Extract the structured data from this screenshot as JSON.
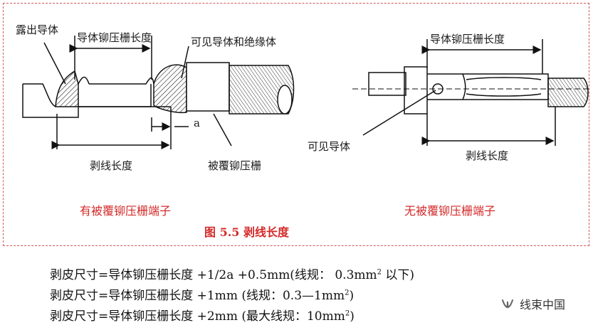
{
  "left_diagram": {
    "exposed_conductor": "露出导体",
    "crimp_length": "导体铆压栅长度",
    "visible_conductor_insulation": "可见导体和绝缘体",
    "gap_label": "a",
    "strip_length": "剥线长度",
    "covered_crimp": "被覆铆压栅",
    "subtitle": "有被覆铆压栅端子"
  },
  "right_diagram": {
    "crimp_length": "导体铆压栅长度",
    "visible_conductor": "可见导体",
    "strip_length": "剥线长度",
    "subtitle": "无被覆铆压栅端子"
  },
  "figure_caption": "图 5.5   剥线长度",
  "formulas": [
    {
      "prefix": "剥皮尺寸=导体铆压栅长度  +1/2a +0.5mm(线规：  0.3mm",
      "sup": "2",
      "suffix": " 以下)"
    },
    {
      "prefix": "剥皮尺寸=导体铆压栅长度  +1mm (线规：0.3—1mm",
      "sup": "2",
      "suffix": ")"
    },
    {
      "prefix": "剥皮尺寸=导体铆压栅长度  +2mm (最大线规：10mm",
      "sup": "2",
      "suffix": ")"
    }
  ],
  "watermark": {
    "text": "线束中国",
    "icon": "wechat-channel-icon"
  },
  "colors": {
    "accent_red": "#d42a2a",
    "frame_border": "#d05a5a"
  }
}
